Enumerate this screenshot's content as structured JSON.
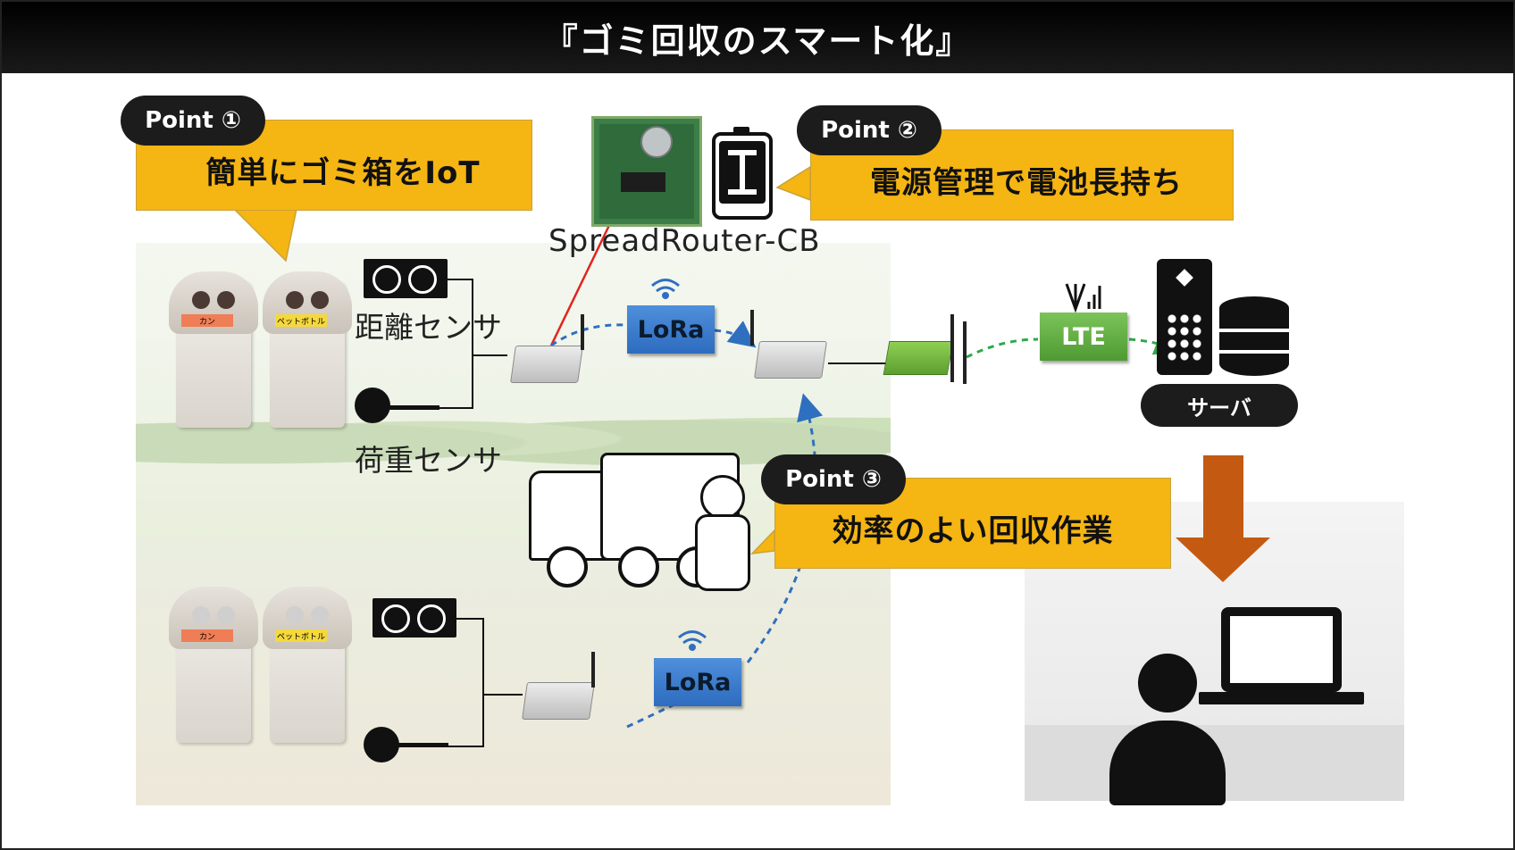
{
  "title": "『ゴミ回収のスマート化』",
  "points": [
    {
      "badge": "Point ①",
      "text": "簡単にゴミ箱をIoT"
    },
    {
      "badge": "Point ②",
      "text": "電源管理で電池長持ち"
    },
    {
      "badge": "Point ③",
      "text": "効率のよい回収作業"
    }
  ],
  "device_label": "SpreadRouter-CB",
  "sensors": {
    "distance": "距離センサ",
    "load": "荷重センサ"
  },
  "links": {
    "lora_top": "LoRa",
    "lora_bottom": "LoRa",
    "lte": "LTE"
  },
  "server_label": "サーバ",
  "bins": {
    "can": "カン",
    "pet": "ペットボトル"
  },
  "colors": {
    "callout": "#f5b512",
    "lora": "#3d7fd0",
    "lte": "#64b046",
    "arrow": "#c45a12",
    "dash_blue": "#2f6fc0",
    "dash_green": "#2ea84a",
    "link_red": "#e0251f"
  }
}
